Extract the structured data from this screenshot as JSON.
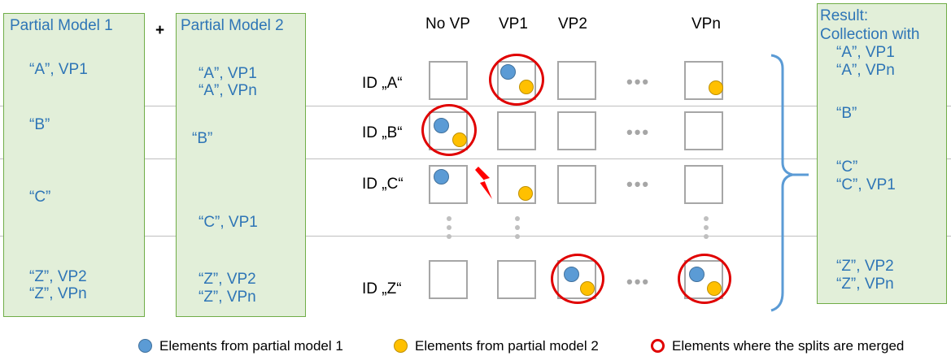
{
  "operator_plus": "+",
  "panels": {
    "partial_model_1": {
      "title": "Partial Model 1",
      "entries": [
        "“A”, VP1",
        "“B”",
        "“C”",
        "“Z”, VP2",
        "“Z”, VPn"
      ]
    },
    "partial_model_2": {
      "title": "Partial Model 2",
      "entries": [
        "“A”, VP1",
        "“A”, VPn",
        "“B”",
        "“C”, VP1",
        "“Z”, VP2",
        "“Z”, VPn"
      ]
    },
    "result": {
      "title_line1": "Result:",
      "title_line2": "Collection with",
      "entries": [
        "“A”, VP1",
        "“A”, VPn",
        "“B”",
        "“C”",
        "“C”, VP1",
        "“Z”, VP2",
        "“Z”, VPn"
      ]
    }
  },
  "matrix": {
    "columns": [
      "No VP",
      "VP1",
      "VP2",
      "VPn"
    ],
    "rows": [
      "ID „A“",
      "ID „B“",
      "ID „C“",
      "ID „Z“"
    ],
    "ellipsis": "•••"
  },
  "legend": {
    "model1": "Elements from partial model 1",
    "model2": "Elements from partial model 2",
    "merged": "Elements where the splits are merged"
  },
  "colors": {
    "model1_dot": "#5b9bd5",
    "model2_dot": "#ffc000",
    "merge_ring": "#e00000",
    "panel_fill": "#e2efd9",
    "panel_border": "#70ad47",
    "text_blue": "#2e75b6"
  }
}
